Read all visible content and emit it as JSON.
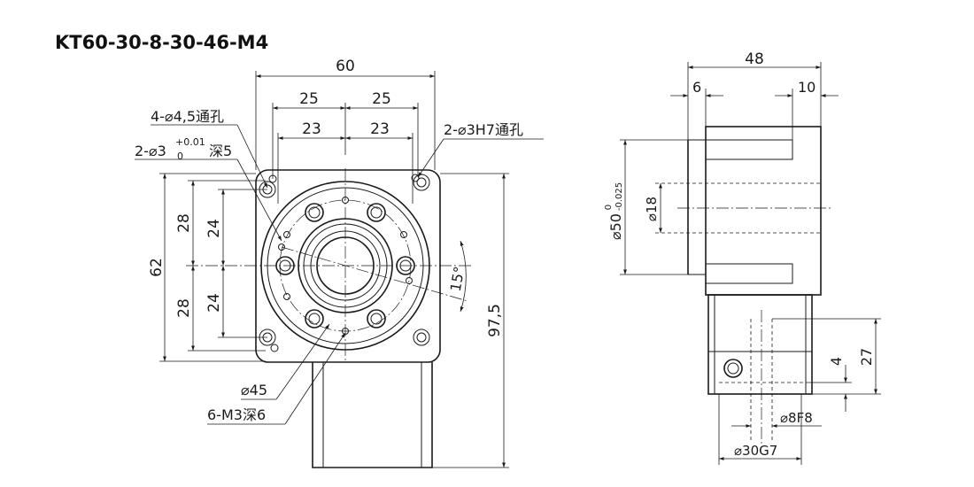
{
  "title": "KT60-30-8-30-46-M4",
  "front_view": {
    "dim_width": "60",
    "dim_25_left": "25",
    "dim_25_right": "25",
    "dim_23_left": "23",
    "dim_23_right": "23",
    "label_thru_holes": "4-⌀4,5通孔",
    "label_pin_holes_main": "2-⌀3",
    "label_pin_holes_tol_upper": "+0.01",
    "label_pin_holes_tol_lower": "0",
    "label_pin_holes_depth": "深5",
    "label_h7_holes": "2-⌀3H7通孔",
    "dim_62": "62",
    "dim_28_top": "28",
    "dim_28_bottom": "28",
    "dim_24_top": "24",
    "dim_24_bottom": "24",
    "dim_angle": "15°",
    "dim_97_5": "97,5",
    "label_pcd": "⌀45",
    "label_threads": "6-M3深6"
  },
  "side_view": {
    "dim_48": "48",
    "dim_6": "6",
    "dim_10": "10",
    "dim_d50_main": "⌀50",
    "dim_d50_tol_upper": "0",
    "dim_d50_tol_lower": "-0.025",
    "dim_d18": "⌀18",
    "dim_4": "4",
    "dim_27": "27",
    "dim_d8": "⌀8F8",
    "dim_d30": "⌀30G7"
  }
}
